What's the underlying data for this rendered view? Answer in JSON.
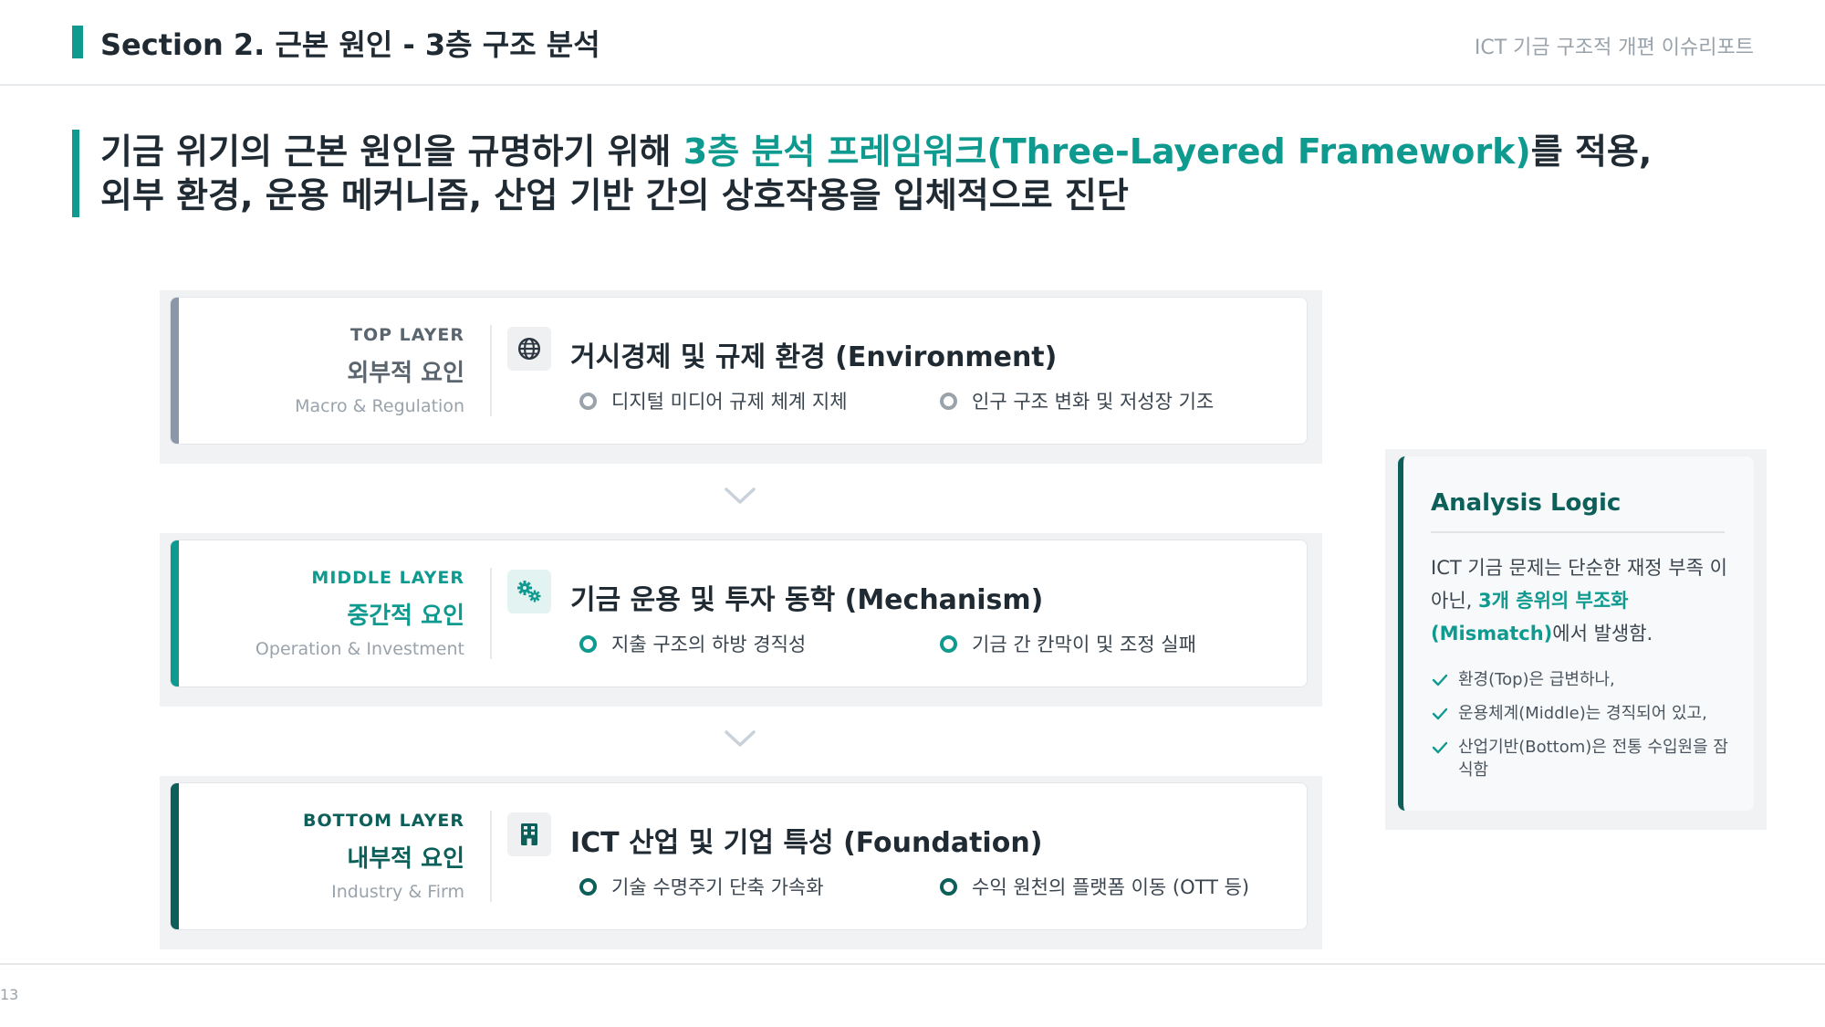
{
  "header": {
    "title": "Section 2. 근본 원인 - 3층 구조 분석",
    "report_name": "ICT 기금 구조적 개편 이슈리포트"
  },
  "lead": {
    "line1_prefix": "기금 위기의 근본 원인을 규명하기 위해 ",
    "line1_highlight": "3층 분석 프레임워크(Three-Layered Framework)",
    "line1_suffix": "를 적용,",
    "line2": "외부 환경, 운용 메커니즘, 산업 기반 간의 상호작용을 입체적으로 진단"
  },
  "layers": [
    {
      "tag": "TOP LAYER",
      "name": "외부적 요인",
      "sub": "Macro & Regulation",
      "heading": "거시경제 및 규제 환경 (Environment)",
      "icon": "globe-icon",
      "color": "#8a97a8",
      "bullets": [
        "디지털 미디어 규제 체계 지체",
        "인구 구조 변화 및 저성장 기조"
      ]
    },
    {
      "tag": "MIDDLE LAYER",
      "name": "중간적 요인",
      "sub": "Operation & Investment",
      "heading": "기금 운용 및 투자 동학 (Mechanism)",
      "icon": "gears-icon",
      "color": "#0f9a8f",
      "bullets": [
        "지출 구조의 하방 경직성",
        "기금 간 칸막이 및 조정 실패"
      ]
    },
    {
      "tag": "BOTTOM LAYER",
      "name": "내부적 요인",
      "sub": "Industry & Firm",
      "heading": "ICT 산업 및 기업 특성 (Foundation)",
      "icon": "building-icon",
      "color": "#0d5f5a",
      "bullets": [
        "기술 수명주기 단축 가속화",
        "수익 원천의 플랫폼 이동 (OTT 등)"
      ]
    }
  ],
  "logic": {
    "title": "Analysis Logic",
    "body_prefix": "ICT 기금 문제는 단순한 재정 부족 이 아닌, ",
    "body_highlight": "3개 층위의 부조화 (Mismatch)",
    "body_suffix": "에서 발생함.",
    "items": [
      "환경(Top)은 급변하나,",
      "운용체계(Middle)는 경직되어 있고,",
      "산업기반(Bottom)은 전통 수입원을 잠식함"
    ]
  },
  "footer": {
    "page_number": "13"
  }
}
